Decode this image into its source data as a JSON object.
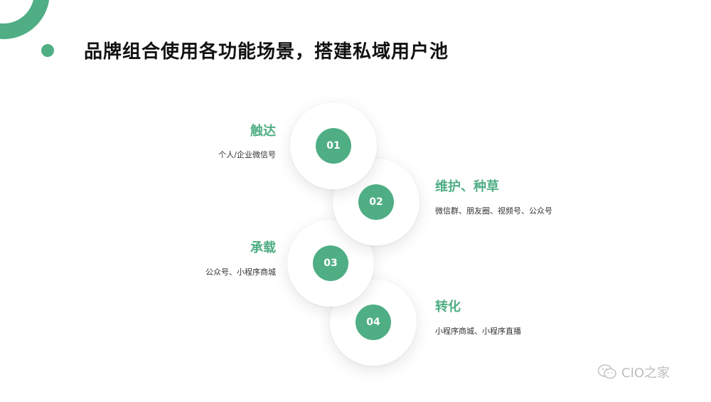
{
  "title": "品牌组合使用各功能场景，搭建私域用户池",
  "accent_color": "#4fae84",
  "steps": [
    {
      "number": "01",
      "heading": "触达",
      "description": "个人/企业微信号"
    },
    {
      "number": "02",
      "heading": "维护、种草",
      "description": "微信群、朋友圈、视频号、公众号"
    },
    {
      "number": "03",
      "heading": "承载",
      "description": "公众号、小程序商城"
    },
    {
      "number": "04",
      "heading": "转化",
      "description": "小程序商城、小程序直播"
    }
  ],
  "watermark": {
    "icon": "wechat-icon",
    "text": "CIO之家"
  }
}
